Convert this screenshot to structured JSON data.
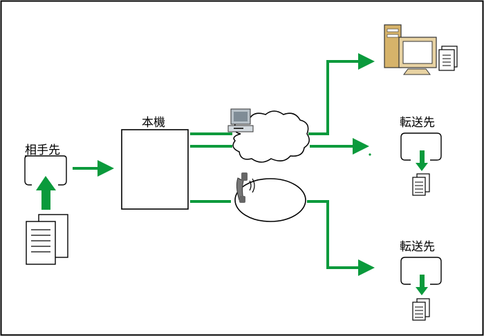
{
  "labels": {
    "sender": "相手先",
    "machine": "本機",
    "dest_upper": "転送先",
    "dest_lower": "転送先"
  },
  "colors": {
    "arrow": "#0a9a3c",
    "stroke": "#000000",
    "background": "#ffffff"
  },
  "icons": [
    "document-stack-icon",
    "fax-machine-icon",
    "computer-icon",
    "network-cloud-icon",
    "telephone-icon",
    "phone-line-icon"
  ]
}
